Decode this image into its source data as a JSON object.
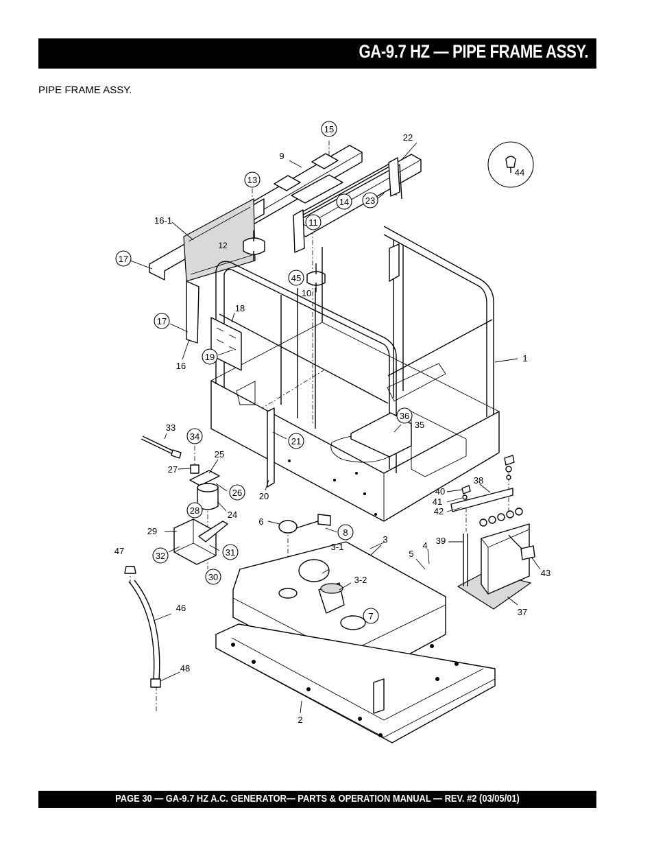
{
  "header": {
    "title": "GA-9.7 HZ — PIPE FRAME ASSY."
  },
  "section": {
    "subtitle": "PIPE FRAME ASSY."
  },
  "footer": {
    "text": "PAGE 30 — GA-9.7 HZ A.C. GENERATOR— PARTS & OPERATION MANUAL — REV. #2 (03/05/01)"
  },
  "callouts": {
    "c1": "1",
    "c2": "2",
    "c3": "3",
    "c3_1": "3-1",
    "c3_2": "3-2",
    "c4": "4",
    "c5": "5",
    "c6": "6",
    "c7": "7",
    "c8": "8",
    "c9": "9",
    "c10": "10",
    "c11": "11",
    "c12": "12",
    "c13": "13",
    "c14": "14",
    "c15": "15",
    "c16": "16",
    "c16_1": "16-1",
    "c17a": "17",
    "c17b": "17",
    "c18": "18",
    "c19": "19",
    "c20": "20",
    "c21": "21",
    "c22": "22",
    "c23": "23",
    "c24": "24",
    "c25": "25",
    "c26": "26",
    "c27": "27",
    "c28": "28",
    "c29": "29",
    "c30": "30",
    "c31": "31",
    "c32": "32",
    "c33": "33",
    "c34": "34",
    "c35": "35",
    "c36": "36",
    "c37": "37",
    "c38": "38",
    "c39": "39",
    "c40": "40",
    "c41": "41",
    "c42": "42",
    "c43": "43",
    "c44": "44",
    "c45": "45",
    "c46": "46",
    "c47": "47",
    "c48": "48"
  }
}
